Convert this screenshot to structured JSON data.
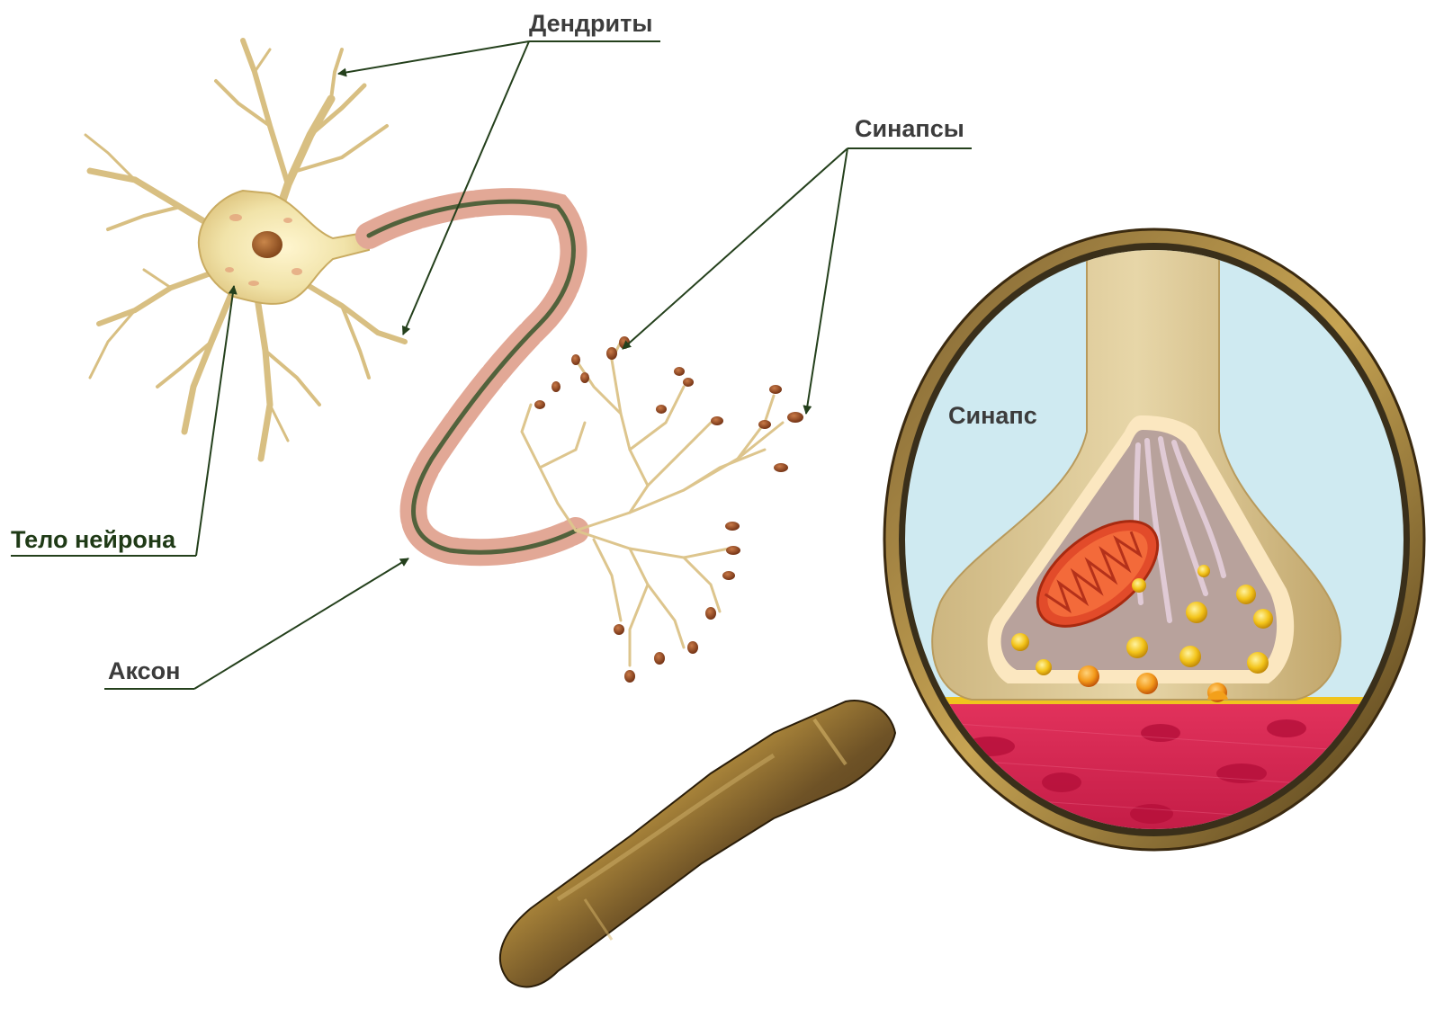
{
  "labels": {
    "dendrites": "Дендриты",
    "synapses": "Синапсы",
    "neuron_body": "Тело нейрона",
    "axon": "Аксон",
    "synapse": "Синапс"
  },
  "colors": {
    "label_dark": "#3c3c3c",
    "label_green": "#1f3a16",
    "leader_line": "#24401c",
    "neuron_fill": "#f1e3a9",
    "myelin": "#e2a896",
    "axon_core": "#52623c",
    "terminal_bulb": "#9a4a22",
    "lens_background": "#cfeaf1",
    "presynaptic_terminal": "#dac595",
    "mitochondrion": "#e24b2a",
    "vesicle": "#f3c41a",
    "muscle": "#d41e4c",
    "handle": "#6e5226"
  }
}
